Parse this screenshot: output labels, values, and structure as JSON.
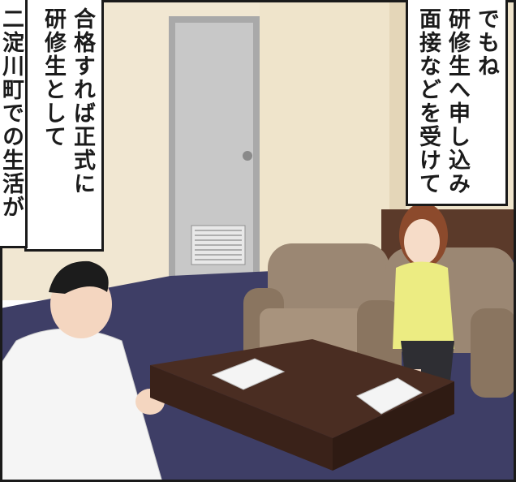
{
  "captions": {
    "right": [
      "でもね",
      "研修生へ申し込み",
      "面接などを受けて"
    ],
    "middle": [
      "合格すれば正式に",
      "研修生として"
    ],
    "left": [
      "二淀川町での生活が"
    ]
  },
  "colors": {
    "wall": "#f0e6cf",
    "carpet": "#3f3f66",
    "door": "#bdbdbd",
    "sofa": "#9a8672",
    "table": "#4a2d22",
    "blouse": "#ecec82"
  }
}
